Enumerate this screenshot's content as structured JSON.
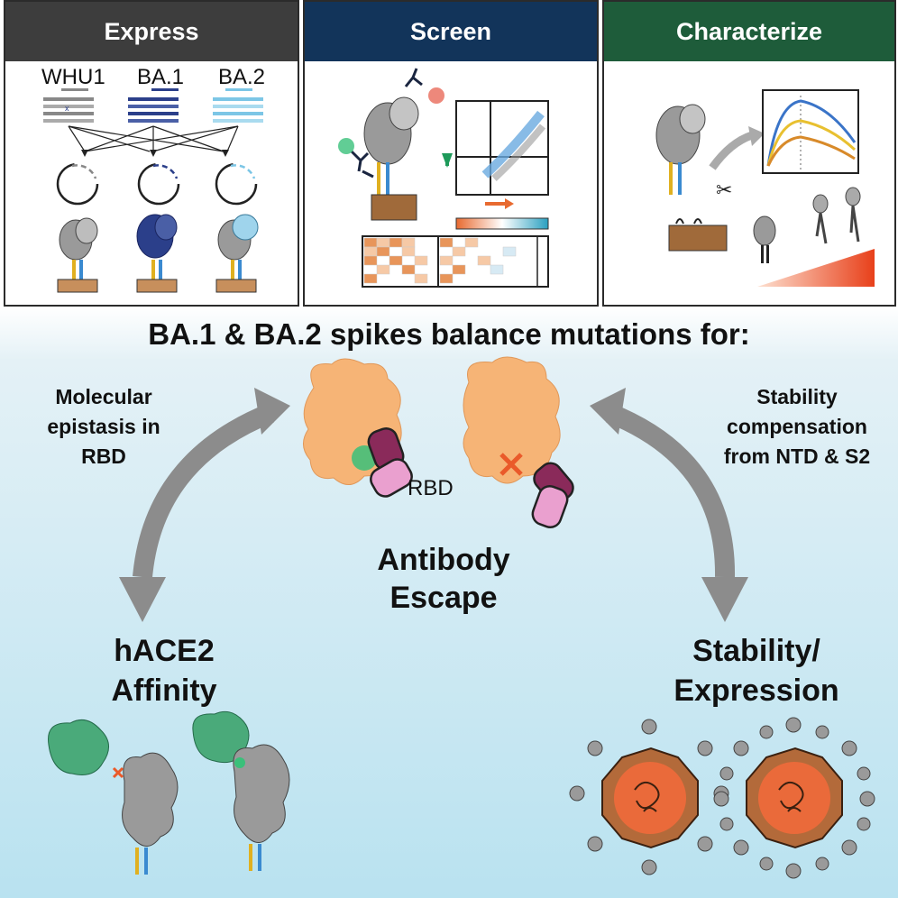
{
  "panels": {
    "express": {
      "title": "Express",
      "variants": [
        "WHU1",
        "BA.1",
        "BA.2"
      ]
    },
    "screen": {
      "title": "Screen"
    },
    "characterize": {
      "title": "Characterize"
    }
  },
  "headline": "BA.1 & BA.2 spikes balance mutations for:",
  "left_note": "Molecular\nepistasis in\nRBD",
  "right_note": "Stability\ncompensation\nfrom NTD & S2",
  "rbd_label": "RBD",
  "center_label": "Antibody\nEscape",
  "left_label": "hACE2\nAffinity",
  "right_label": "Stability/\nExpression",
  "colors": {
    "express_header": "#3d3d3d",
    "screen_header": "#12345a",
    "characterize_header": "#1e5c3a",
    "rbd_orange": "#f6b476",
    "antibody_dark": "#8a2a5a",
    "antibody_light": "#eaa0cf",
    "arrow_gray": "#8c8c8c",
    "green_hace2": "#4aaa7a",
    "virion_orange": "#ea6a3a",
    "virion_shell": "#b36a3a"
  }
}
